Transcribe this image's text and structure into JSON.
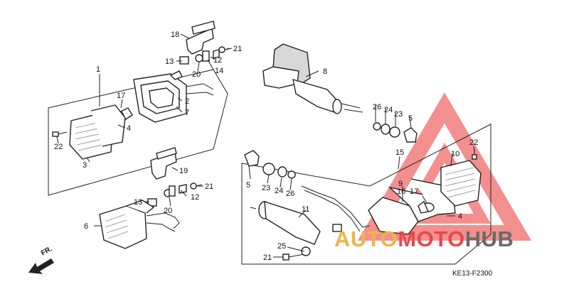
{
  "callouts": [
    "1",
    "2",
    "3",
    "4",
    "5",
    "6",
    "7",
    "8",
    "9",
    "10",
    "11",
    "12",
    "13",
    "14",
    "15",
    "16",
    "17",
    "18",
    "19",
    "20",
    "21",
    "22",
    "23",
    "24",
    "25",
    "26"
  ],
  "diagram_code": "KE13-F2300",
  "front_marker": "FR.",
  "watermark": {
    "part1": "AUTO",
    "part2": "MOTO",
    "part3": "HUB",
    "colors": {
      "auto": "#f0b44a",
      "moto": "#e8474a",
      "hub": "#6a6a6a",
      "triangle": "#ec4a4a"
    }
  },
  "colors": {
    "line": "#222222",
    "background": "#ffffff"
  }
}
